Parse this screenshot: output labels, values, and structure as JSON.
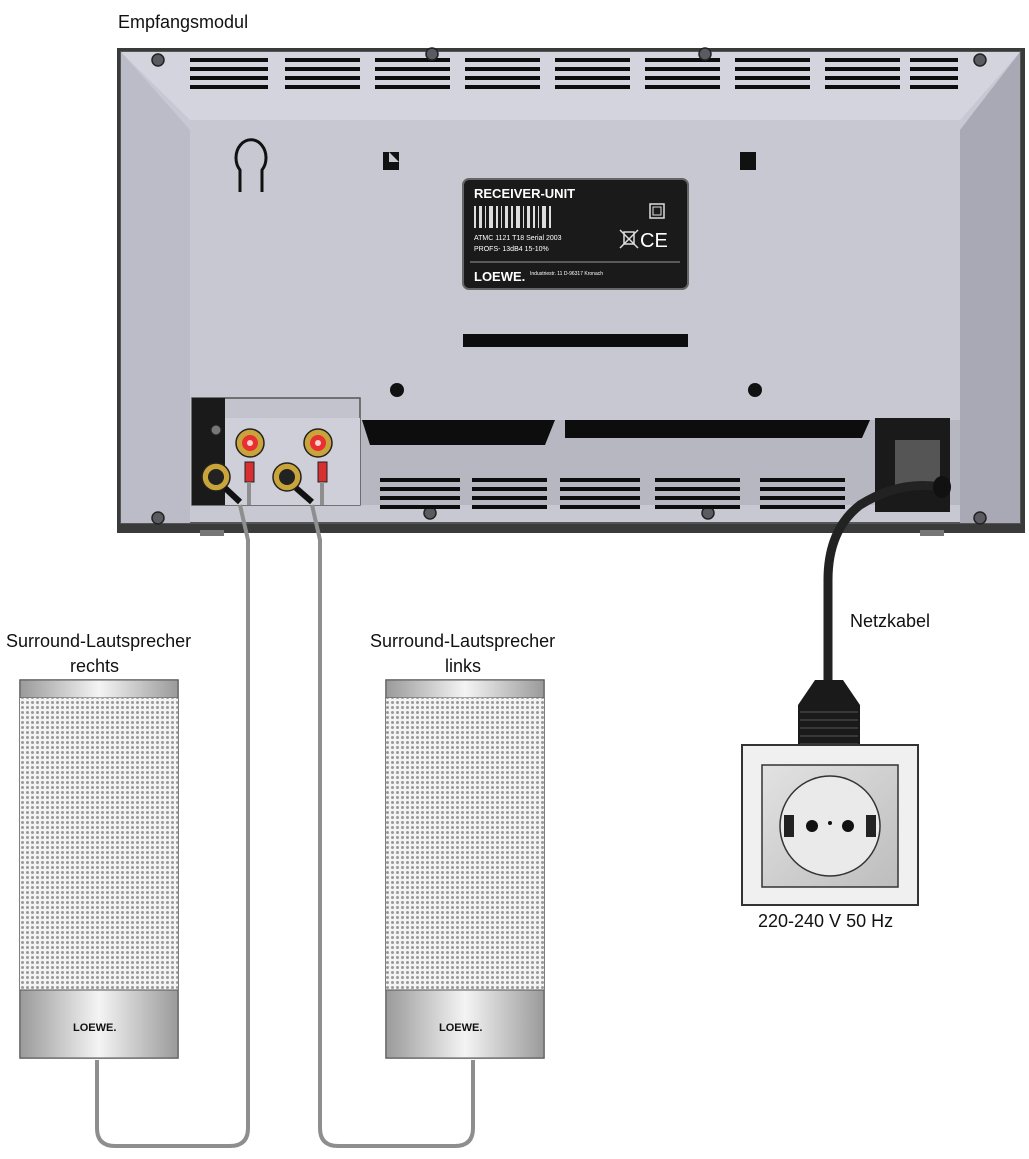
{
  "labels": {
    "receiver_module": "Empfangsmodul",
    "speaker_right_line1": "Surround-Lautsprecher",
    "speaker_right_line2": "rechts",
    "speaker_left_line1": "Surround-Lautsprecher",
    "speaker_left_line2": "links",
    "power_cable": "Netzkabel",
    "voltage": "220-240 V 50 Hz"
  },
  "device_label": {
    "title": "RECEIVER-UNIT",
    "line1": "ATMC 1121 T18  Serial 2003",
    "line2": "PROFS-  13dB4  15-10%",
    "brand": "LOEWE.",
    "brand_sub": "Industriestr. 11 D-96317 Kronach",
    "ce_mark": "CE"
  },
  "speaker_brand": "LOEWE.",
  "colors": {
    "housing": "#c8c8d3",
    "housing_side": "#a9a9b5",
    "housing_dark": "#96969f",
    "vent": "#0d0d0d",
    "connector_red": "#e83030",
    "connector_gold": "#c9a43a",
    "cable": "#8e8e8e",
    "power_cable": "#222222"
  }
}
